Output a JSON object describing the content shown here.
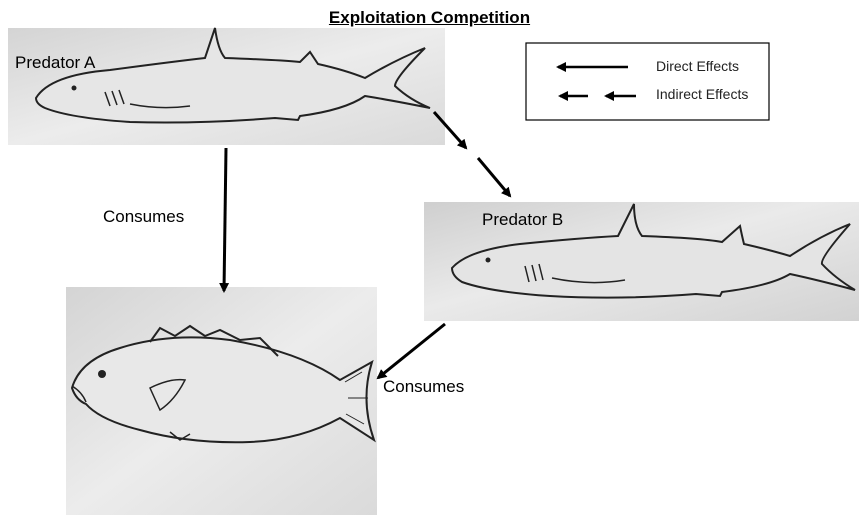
{
  "title": "Exploitation Competition",
  "nodes": {
    "predator_a": "Predator A",
    "predator_b": "Predator B"
  },
  "edges": {
    "a_to_prey": "Consumes",
    "b_to_prey": "Consumes"
  },
  "legend": {
    "direct": "Direct Effects",
    "indirect": "Indirect Effects"
  }
}
